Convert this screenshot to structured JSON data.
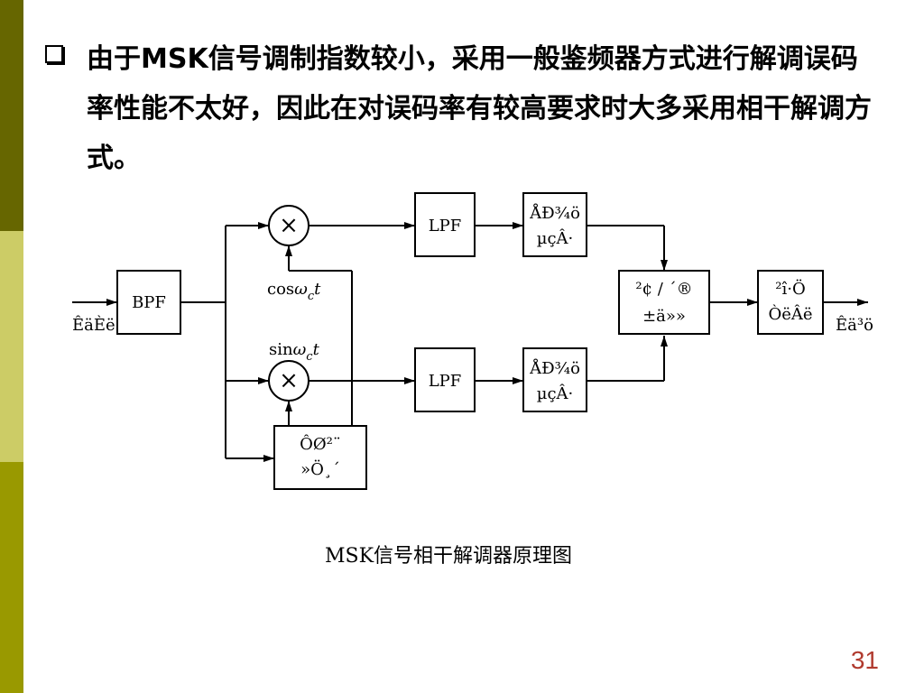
{
  "colors": {
    "sidebar_top": "#666600",
    "sidebar_mid": "#cccc66",
    "sidebar_bottom": "#999900",
    "page_number": "#b03a2e"
  },
  "bullet": {
    "icon": "hollow-square-bullet-icon",
    "text": "由于MSK信号调制指数较小，采用一般鉴频器方式进行解调误码率性能不太好，因此在对误码率有较高要求时大多采用相干解调方式。"
  },
  "diagram": {
    "input_label": "ÊäÈë",
    "output_label": "Êä³ö",
    "bpf_label": "BPF",
    "lpf_top_label": "LPF",
    "lpf_bottom_label": "LPF",
    "mixer_symbol": "×",
    "cos_label": {
      "prefix": "cos",
      "omega": "ω",
      "sub": "c",
      "t": "t"
    },
    "sin_label": {
      "prefix": "sin",
      "omega": "ω",
      "sub": "c",
      "t": "t"
    },
    "sample_top": [
      "ÅÐ¾ö",
      "µçÂ·"
    ],
    "sample_bottom": [
      "ÅÐ¾ö",
      "µçÂ·"
    ],
    "combiner": [
      "²¢ / ´®",
      "±ä»»"
    ],
    "decoder": [
      "²î·Ö",
      "ÒëÂë"
    ],
    "carrier": [
      "ÔØ²¨",
      "»Ö¸´"
    ]
  },
  "caption": "MSK信号相干解调器原理图",
  "page_number": "31"
}
